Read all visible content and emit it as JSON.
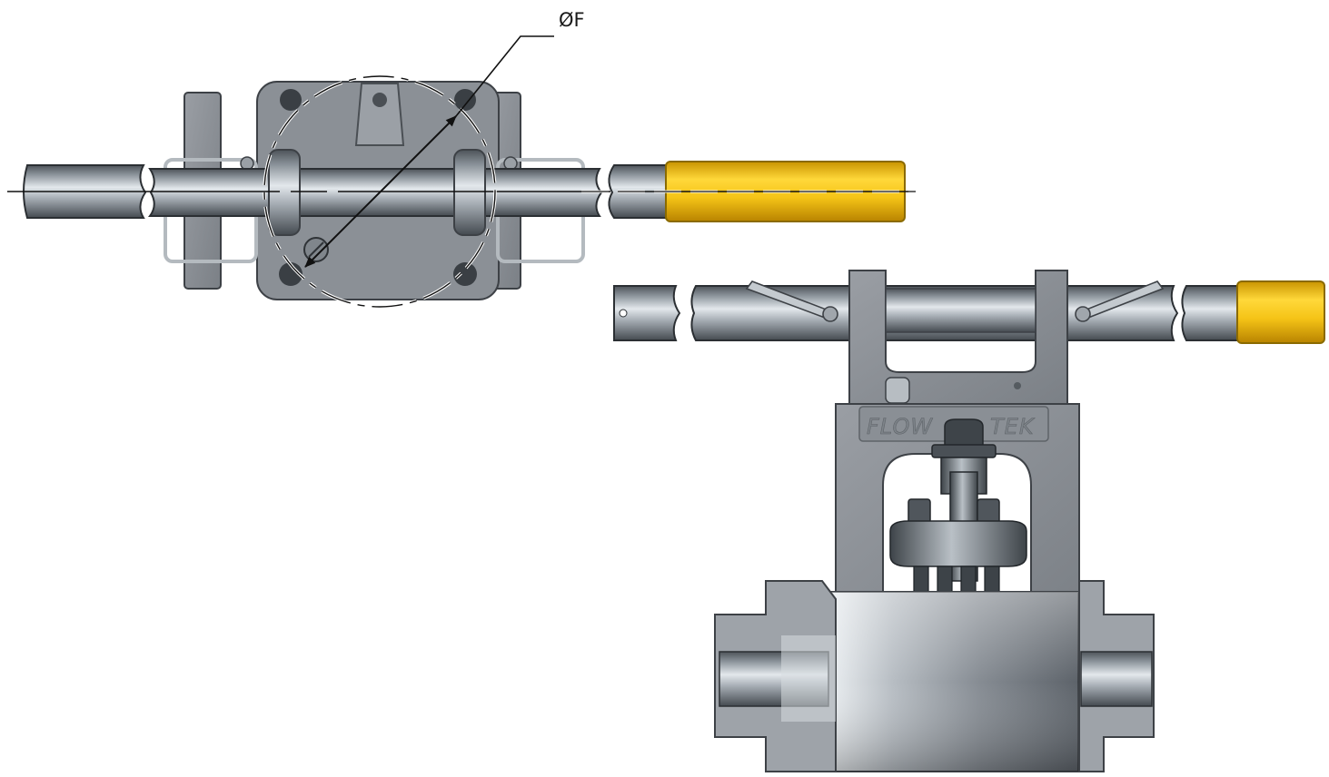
{
  "dimension": {
    "label": "ØF"
  },
  "body_marking": {
    "left": "FLOW",
    "right": "TEK"
  },
  "colors": {
    "handle_grip": "#f2c21a",
    "steel": "#a7adb4",
    "steel_dark": "#5d636a",
    "body_cast": "#8d9197",
    "line": "#111111"
  }
}
